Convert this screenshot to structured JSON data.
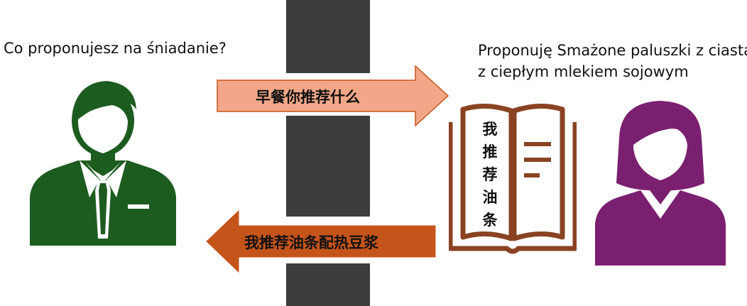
{
  "question": "Co proponujesz na śniadanie?",
  "answer_lines": [
    "Proponuję Smażone paluszki z ciasta",
    "z ciepłym mlekiem sojowym"
  ],
  "request_arrow": "早餐你推荐什么",
  "reply_arrow": "我推荐油条配热豆浆",
  "book_chars": [
    "我",
    "推",
    "荐",
    "油",
    "条"
  ],
  "colors": {
    "man": "#1d5c1f",
    "woman": "#7b2070",
    "request_arrow": "#f2a888",
    "reply_arrow": "#c5541b",
    "book": "#8a4322",
    "wall": "#3d3d3d"
  },
  "icons": [
    "man-avatar-icon",
    "woman-avatar-icon",
    "book-icon"
  ]
}
